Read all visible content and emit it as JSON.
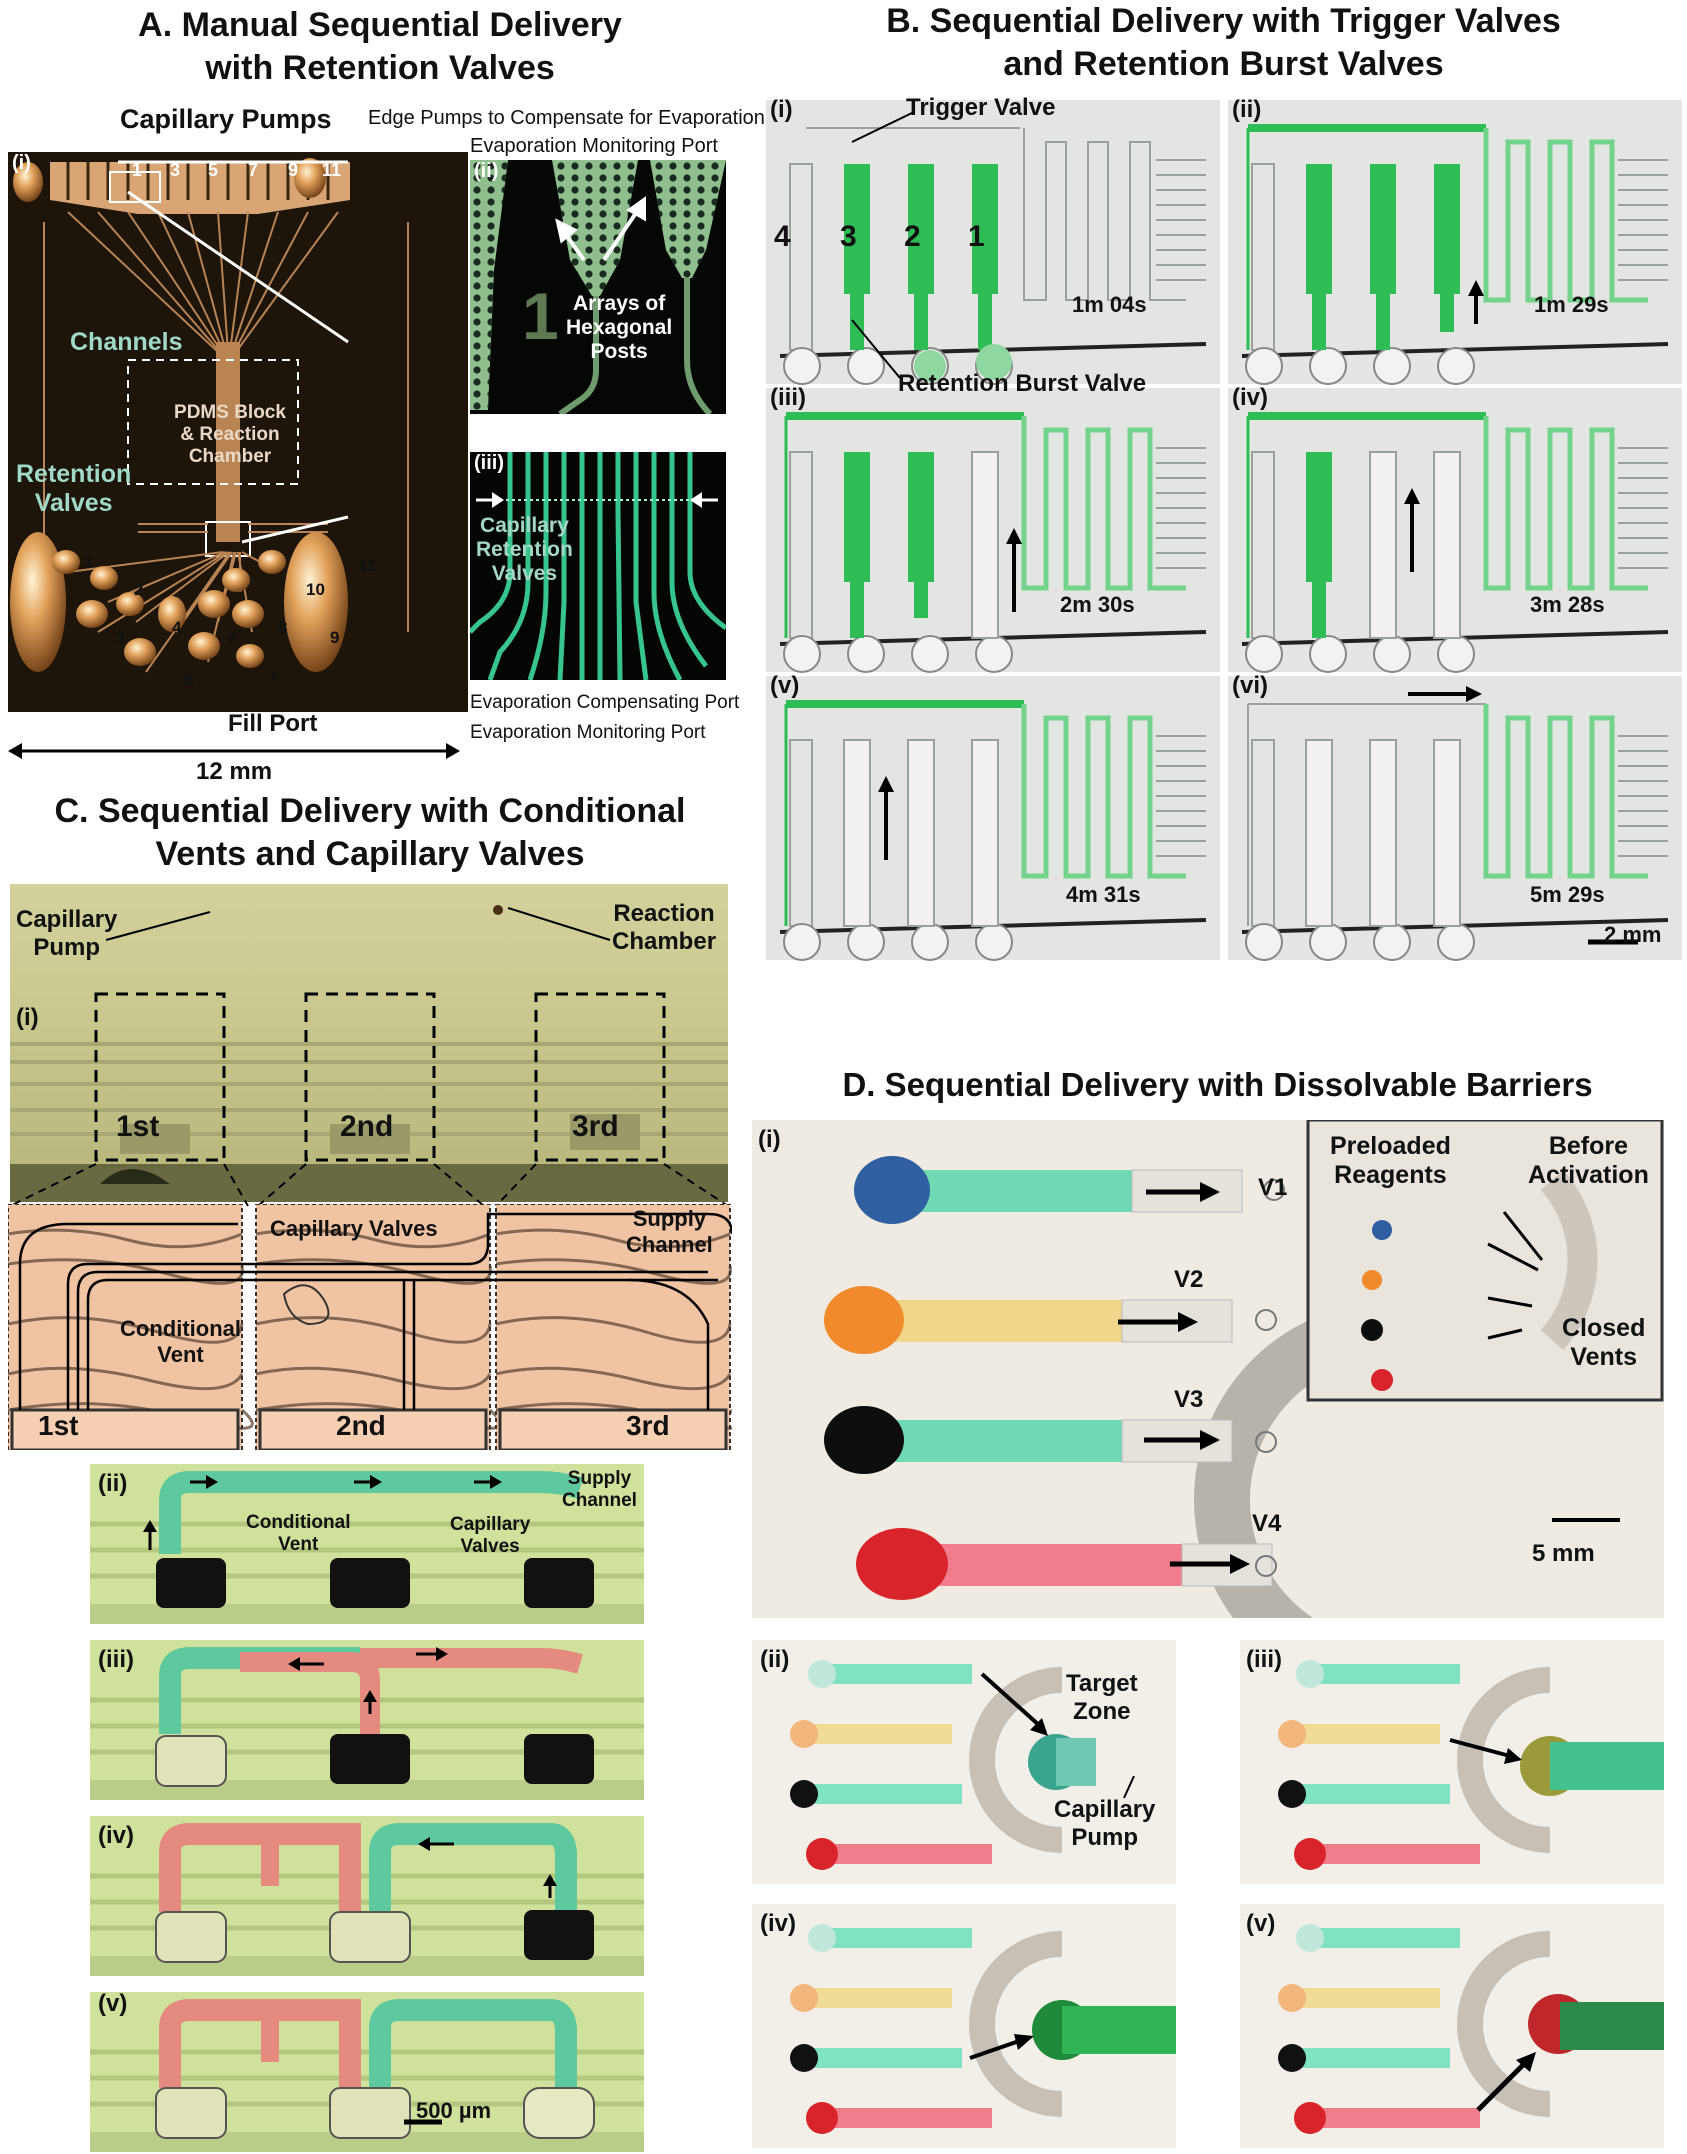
{
  "sectionA": {
    "title_line1": "A. Manual Sequential Delivery",
    "title_line2": "with Retention Valves",
    "capillary_pumps": "Capillary Pumps",
    "edge_pumps": "Edge Pumps to Compensate for Evaporation",
    "evap_monitor_top": "Evaporation Monitoring Port",
    "pump_numbers": [
      "1",
      "3",
      "5",
      "7",
      "9",
      "11"
    ],
    "sub_i": "(i)",
    "sub_ii": "(ii)",
    "sub_iii": "(iii)",
    "channels": "Channels",
    "pdms_line1": "PDMS Block",
    "pdms_line2": "& Reaction",
    "pdms_line3": "Chamber",
    "retention_line1": "Retention",
    "retention_line2": "Valves",
    "port_numbers": [
      "1",
      "2",
      "3",
      "4",
      "5",
      "6",
      "7",
      "8",
      "9",
      "10",
      "11"
    ],
    "fill_port": "Fill Port",
    "scale": "12 mm",
    "arrays_line1": "Arrays of",
    "arrays_line2": "Hexagonal",
    "arrays_line3": "Posts",
    "inset_number": "1",
    "cap_ret_line1": "Capillary",
    "cap_ret_line2": "Retention",
    "cap_ret_line3": "Valves",
    "evap_comp_port": "Evaporation Compensating Port",
    "evap_monitor_bottom": "Evaporation Monitoring Port"
  },
  "sectionB": {
    "title_line1": "B. Sequential Delivery with Trigger Valves",
    "title_line2": "and Retention Burst Valves",
    "trigger_valve": "Trigger Valve",
    "retention_burst_valve": "Retention Burst Valve",
    "channel_numbers": [
      "4",
      "3",
      "2",
      "1"
    ],
    "panels": [
      {
        "tag": "(i)",
        "time": "1m 04s"
      },
      {
        "tag": "(ii)",
        "time": "1m 29s"
      },
      {
        "tag": "(iii)",
        "time": "2m 30s"
      },
      {
        "tag": "(iv)",
        "time": "3m 28s"
      },
      {
        "tag": "(v)",
        "time": "4m 31s"
      },
      {
        "tag": "(vi)",
        "time": "5m 29s"
      }
    ],
    "scale": "2 mm"
  },
  "sectionC": {
    "title_line1": "C. Sequential Delivery with Conditional",
    "title_line2": "Vents and Capillary Valves",
    "capillary_pump_line1": "Capillary",
    "capillary_pump_line2": "Pump",
    "reaction_line1": "Reaction",
    "reaction_line2": "Chamber",
    "sub_i": "(i)",
    "ordinals": [
      "1st",
      "2nd",
      "3rd"
    ],
    "capillary_valves": "Capillary Valves",
    "supply_line1": "Supply",
    "supply_line2": "Channel",
    "conditional_line1": "Conditional",
    "conditional_line2": "Vent",
    "strips": [
      {
        "tag": "(ii)"
      },
      {
        "tag": "(iii)"
      },
      {
        "tag": "(iv)"
      },
      {
        "tag": "(v)"
      }
    ],
    "ii_conditional_line1": "Conditional",
    "ii_conditional_line2": "Vent",
    "ii_capillary_line1": "Capillary",
    "ii_capillary_line2": "Valves",
    "ii_supply_line1": "Supply",
    "ii_supply_line2": "Channel",
    "scale": "500 µm"
  },
  "sectionD": {
    "title": "D. Sequential Delivery with Dissolvable Barriers",
    "sub_i": "(i)",
    "vents": [
      "V1",
      "V2",
      "V3",
      "V4"
    ],
    "preloaded_line1": "Preloaded",
    "preloaded_line2": "Reagents",
    "before_line1": "Before",
    "before_line2": "Activation",
    "closed_line1": "Closed",
    "closed_line2": "Vents",
    "scale": "5 mm",
    "small_panels": [
      "(ii)",
      "(iii)",
      "(iv)",
      "(v)"
    ],
    "target_line1": "Target",
    "target_line2": "Zone",
    "cap_pump_line1": "Capillary",
    "cap_pump_line2": "Pump"
  },
  "colors": {
    "green": "#2ecc6f",
    "orange": "#f08a2a",
    "red": "#d8242a",
    "blue": "#2f6fb4",
    "dark_bg": "#1a1208",
    "chamber": "#caa27d",
    "yellow_bg": "#d8dc98",
    "salmon": "#f2c5a4"
  }
}
